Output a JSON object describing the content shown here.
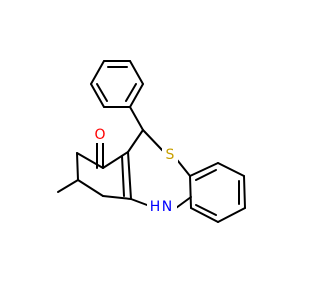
{
  "molecule": {
    "atoms": {
      "oxygen": "O",
      "sulfur": "S",
      "nitrogen_h": "H",
      "nitrogen_n": "N"
    },
    "colors": {
      "oxygen": "#FF0000",
      "sulfur": "#C8A000",
      "nitrogen": "#0000FF",
      "bond": "#000000",
      "background": "#FFFFFF"
    }
  }
}
